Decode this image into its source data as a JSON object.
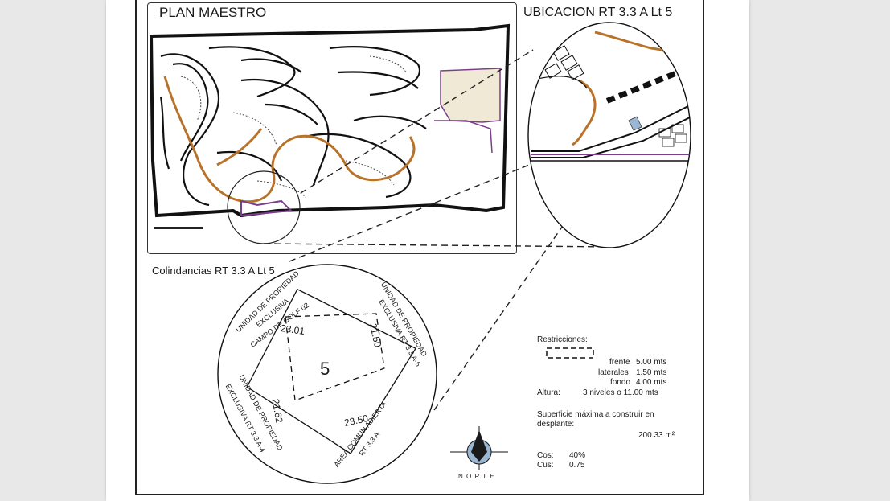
{
  "plan_title": "PLAN MAESTRO",
  "location_title": "UBICACION RT 3.3 A Lt 5",
  "boundaries_title": "Colindancias RT 3.3 A Lt 5",
  "lot_number": "5",
  "dimensions": {
    "top": "23.01",
    "right": "21.50",
    "bottom": "23.50",
    "left": "21.62"
  },
  "neighbors": {
    "top_left": [
      "UNIDAD DE PROPIEDAD",
      "EXCLUSIVA",
      "CAMPO DE GOLF 02"
    ],
    "top_right": [
      "UNIDAD DE PROPIEDAD",
      "EXCLUSIVA RT 3.3 A-6"
    ],
    "left": [
      "UNIDAD DE PROPIEDAD",
      "EXCLUSIVA RT 3.3 A-4"
    ],
    "bottom": [
      "AREA COMUN ABIERTA",
      "RT 3.3 A"
    ]
  },
  "restrictions": {
    "title": "Restricciones:",
    "frente_label": "frente",
    "frente_value": "5.00 mts",
    "laterales_label": "laterales",
    "laterales_value": "1.50 mts",
    "fondo_label": "fondo",
    "fondo_value": "4.00 mts",
    "altura_label": "Altura:",
    "altura_value": "3 niveles o 11.00 mts",
    "superficie_line1": "Superficie máxima a construir en",
    "superficie_line2": "desplante:",
    "superficie_value": "200.33 m²",
    "cos_label": "Cos:",
    "cos_value": "40%",
    "cus_label": "Cus:",
    "cus_value": "0.75"
  },
  "north_label": "N O R T E",
  "colors": {
    "path": "#b8732a",
    "boundary": "#7a3f8a",
    "parcel": "#efe9d6",
    "line": "#1a1a1a"
  }
}
